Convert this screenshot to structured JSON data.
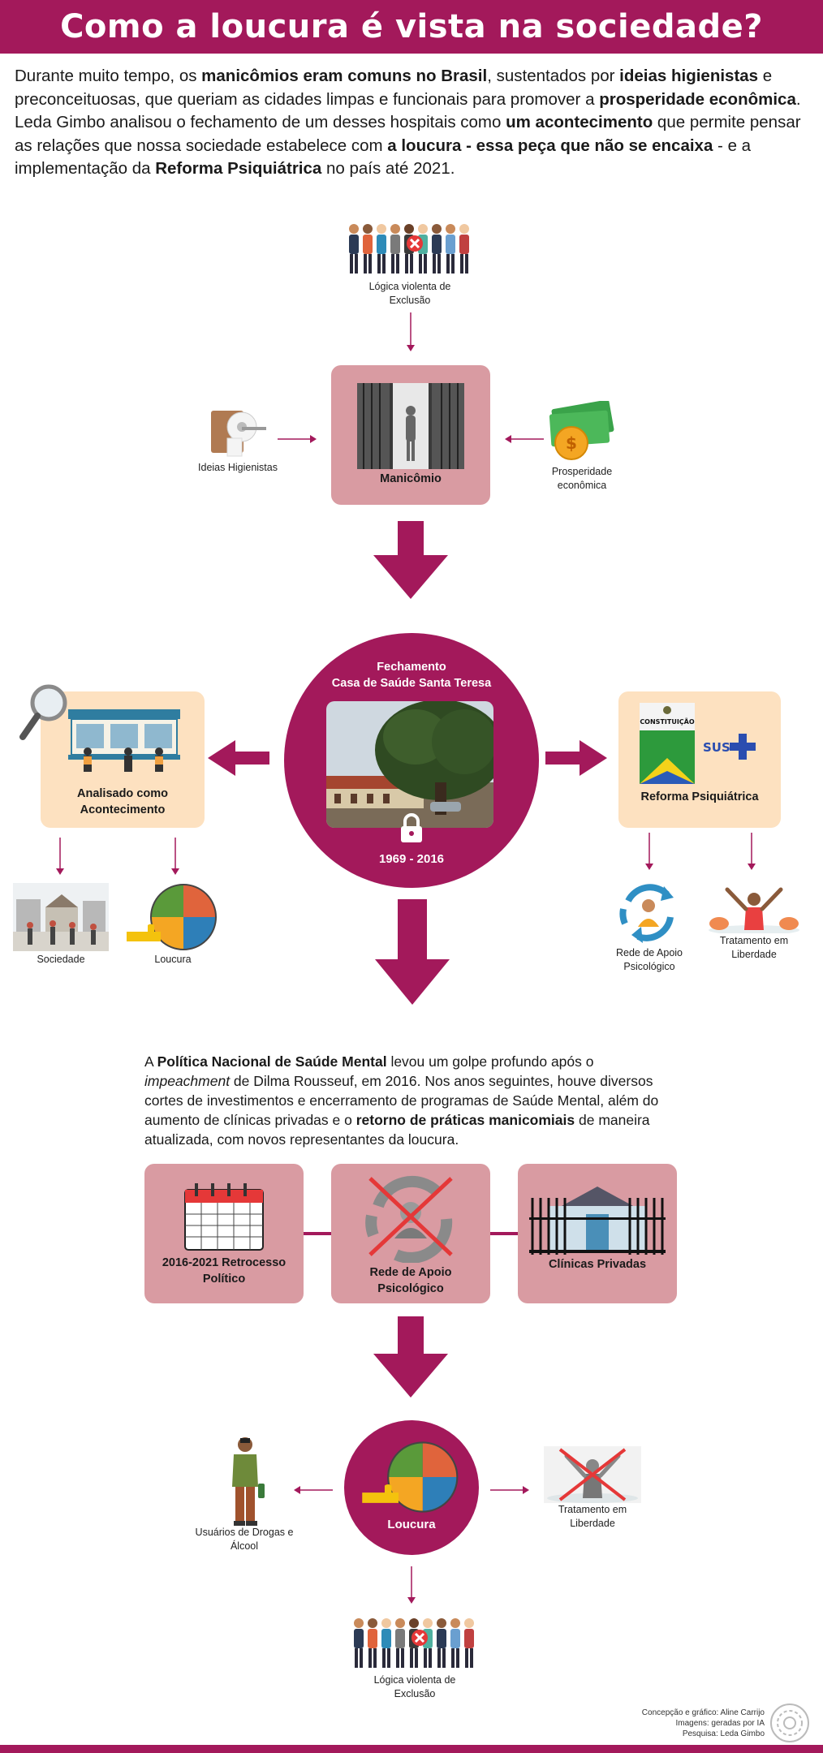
{
  "header": {
    "title": "Como a loucura é vista na sociedade?"
  },
  "intro": {
    "t1": "Durante muito tempo, os ",
    "b1": "manicômios eram comuns no Brasil",
    "t2": ", sustentados por ",
    "b2": "ideias higienistas",
    "t3": " e preconceituosas, que queriam as cidades limpas e funcionais para promover a ",
    "b3": "prosperidade econômica",
    "t4": ". Leda Gimbo analisou o fechamento de um desses hospitais como ",
    "b4": "um acontecimento",
    "t5": " que permite pensar as relações que nossa sociedade estabelece com ",
    "b5": "a loucura - essa peça que não se encaixa",
    "t6": " - e a implementação da ",
    "b6": "Reforma Psiquiátrica",
    "t7": " no país até 2021."
  },
  "top": {
    "exclusion_caption": "Lógica violenta de Exclusão",
    "manicomio_label": "Manicômio",
    "ideias_caption": "Ideias Higienistas",
    "prosperidade_caption": "Prosperidade econômica"
  },
  "closure": {
    "title_line1": "Fechamento",
    "title_line2": "Casa de Saúde Santa Teresa",
    "years": "1969 - 2016"
  },
  "left_branch": {
    "card_label": "Analisado como Acontecimento",
    "sociedade": "Sociedade",
    "loucura": "Loucura"
  },
  "right_branch": {
    "card_label": "Reforma Psiquiátrica",
    "constituicao": "CONSTITUIÇÃO",
    "sus": "SUS",
    "rede": "Rede de Apoio Psicológico",
    "tratamento": "Tratamento em Liberdade"
  },
  "politics": {
    "t1": "A ",
    "b1": "Política Nacional de Saúde Mental",
    "t2": " levou um golpe profundo após o ",
    "i1": "impeachment",
    "t3": " de Dilma Rousseuf, em 2016. Nos anos seguintes, houve diversos cortes de investimentos e encerramento de programas de Saúde Mental, além do aumento de clínicas privadas e o ",
    "b2": "retorno de práticas manicomiais",
    "t4": " de maneira atualizada, com novos representantes da loucura."
  },
  "cards": [
    {
      "label": "2016-2021 Retrocesso Político"
    },
    {
      "label": "Rede de Apoio Psicológico"
    },
    {
      "label": "Clínicas Privadas"
    }
  ],
  "bottom": {
    "loucura": "Loucura",
    "usuarios": "Usuários de Drogas e Álcool",
    "tratamento": "Tratamento em Liberdade",
    "exclusion_caption": "Lógica violenta de Exclusão"
  },
  "credits": {
    "line1": "Concepção e gráfico: Aline Carrijo",
    "line2": "Imagens: geradas por IA",
    "line3": "Pesquisa: Leda Gimbo"
  },
  "colors": {
    "accent": "#a3195b",
    "pink_card": "#d99ba2",
    "peach_card": "#fde1c0"
  },
  "icons": [
    "crowd-icon",
    "door-corridor-icon",
    "toilet-paper-icon",
    "money-icon",
    "magnifier-icon",
    "board-people-icon",
    "lock-icon",
    "constitution-icon",
    "sus-icon",
    "cycle-person-icon",
    "celebrating-woman-icon",
    "town-icon",
    "puzzle-globe-icon",
    "calendar-icon",
    "mansion-gate-icon",
    "man-bottle-icon",
    "crossed-woman-icon",
    "mandala-logo-icon"
  ]
}
